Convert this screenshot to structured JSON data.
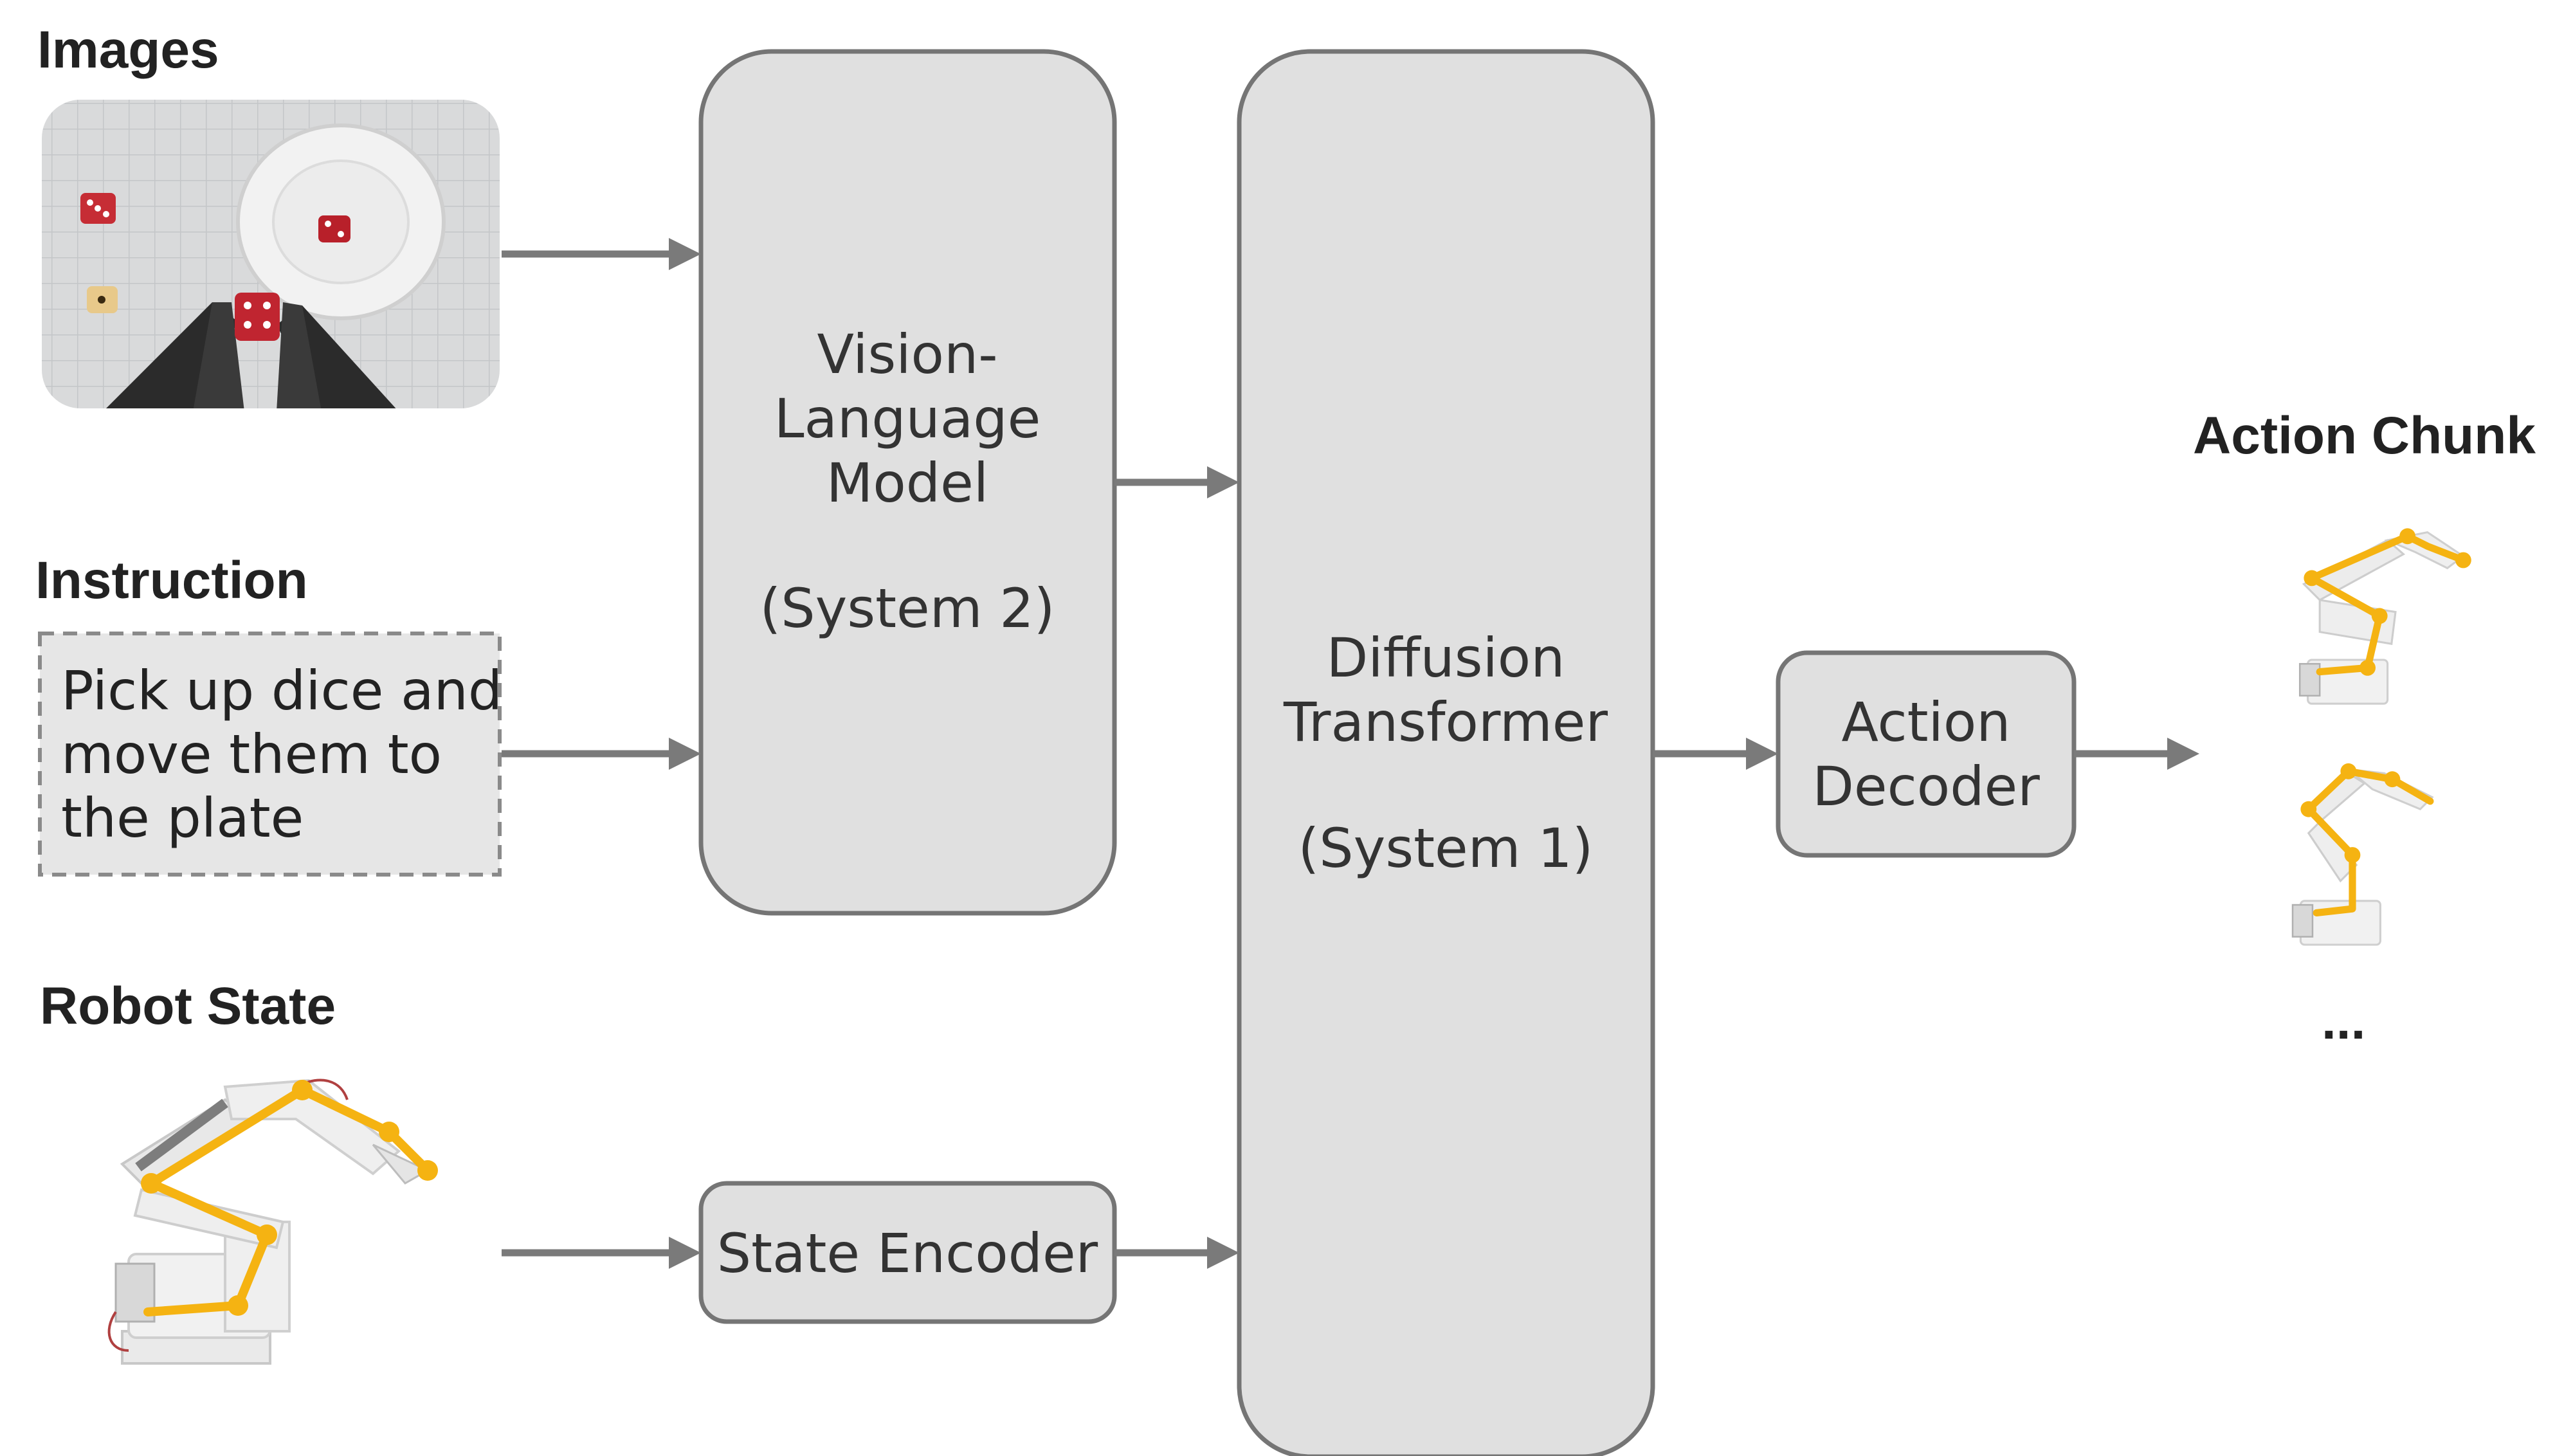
{
  "labels": {
    "images": "Images",
    "instruction": "Instruction",
    "robot_state": "Robot State",
    "action_chunk": "Action Chunk",
    "ellipsis": "..."
  },
  "instruction_text": [
    "Pick up dice and",
    "move them to",
    "the plate"
  ],
  "boxes": {
    "vlm": {
      "lines": [
        "Vision-",
        "Language",
        "Model",
        "",
        "(System 2)"
      ]
    },
    "dit": {
      "lines": [
        "Diffusion",
        "Transformer",
        "",
        "(System 1)"
      ]
    },
    "state_encoder": {
      "lines": [
        "State Encoder"
      ]
    },
    "action_decoder": {
      "lines": [
        "Action",
        "Decoder"
      ]
    }
  },
  "colors": {
    "box_fill": "#e0e0e0",
    "box_stroke": "#757575",
    "arrow": "#7a7a7a",
    "joint_skeleton": "#f5b312",
    "instruction_fill": "#e6e6e6"
  }
}
